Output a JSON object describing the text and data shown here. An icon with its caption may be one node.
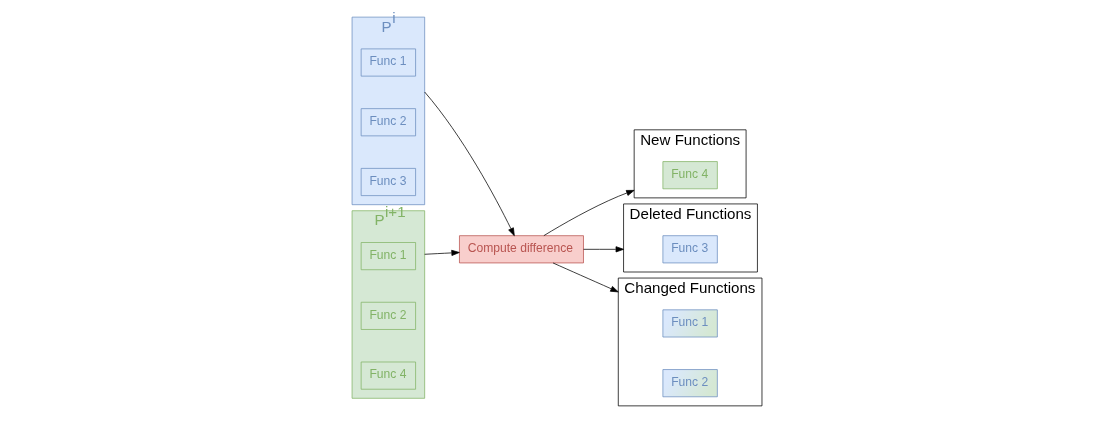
{
  "diagram": {
    "nodes": [
      {
        "text": [
          "P$^{i}$"
        ]
      },
      {
        "text": [
          "Func 1"
        ],
        "in": 0
      },
      {
        "text": [
          "Func 2"
        ],
        "in": 0
      },
      {
        "text": [
          "Func 3"
        ],
        "in": 0
      },
      {
        "text": [
          "P$^{i+1}$"
        ]
      },
      {
        "text": [
          "Func 1"
        ],
        "in": 4
      },
      {
        "text": [
          "Func 2"
        ],
        "in": 4
      },
      {
        "text": [
          "Func 4"
        ],
        "in": 4
      },
      {
        "text": [
          "Compute difference"
        ]
      },
      {
        "text": [
          "New Functions"
        ]
      },
      {
        "text": [
          "Func 4"
        ],
        "in": 9
      },
      {
        "text": [
          "Deleted Functions"
        ]
      },
      {
        "text": [
          "Func 3"
        ],
        "in": 11
      },
      {
        "text": [
          "Changed Functions"
        ]
      },
      {
        "text": [
          "Func 1"
        ],
        "in": 13
      },
      {
        "text": [
          "Func 2"
        ],
        "in": 13
      }
    ],
    "edges": [
      {
        "from": 0,
        "to": 8,
        "arrow": "to"
      },
      {
        "from": 4,
        "to": 8,
        "arrow": "to"
      },
      {
        "from": 8,
        "to": 9,
        "arrow": "to"
      },
      {
        "from": 8,
        "to": 11,
        "arrow": "to"
      },
      {
        "from": 8,
        "to": 13,
        "arrow": "to"
      }
    ]
  }
}
